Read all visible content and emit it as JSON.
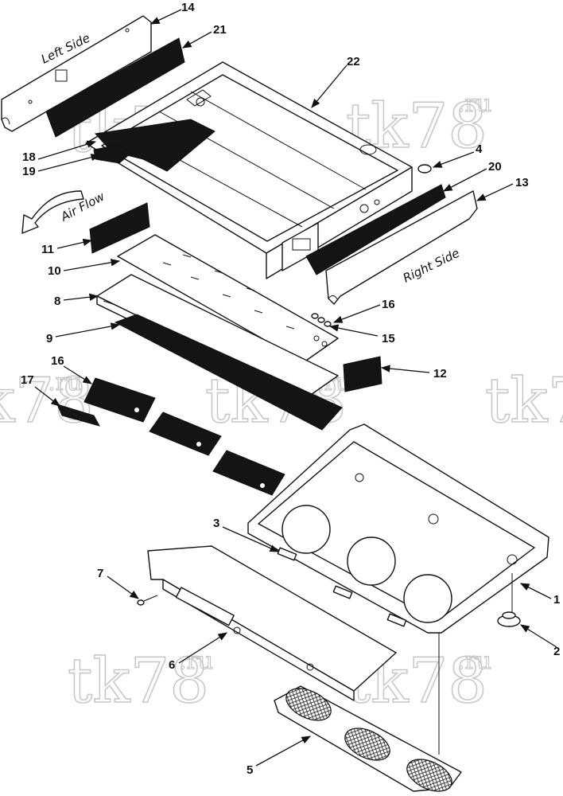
{
  "labels": {
    "left_side": "Left Side",
    "right_side": "Right Side",
    "air_flow": "Air Flow"
  },
  "watermark": {
    "main": "tk78",
    "suffix": ".ru"
  },
  "callouts": [
    {
      "id": "c14",
      "text": "14"
    },
    {
      "id": "c21",
      "text": "21"
    },
    {
      "id": "c22",
      "text": "22"
    },
    {
      "id": "c18",
      "text": "18"
    },
    {
      "id": "c19",
      "text": "19"
    },
    {
      "id": "c4",
      "text": "4"
    },
    {
      "id": "c20",
      "text": "20"
    },
    {
      "id": "c13",
      "text": "13"
    },
    {
      "id": "c11",
      "text": "11"
    },
    {
      "id": "c10",
      "text": "10"
    },
    {
      "id": "c8",
      "text": "8"
    },
    {
      "id": "c16a",
      "text": "16"
    },
    {
      "id": "c15",
      "text": "15"
    },
    {
      "id": "c9",
      "text": "9"
    },
    {
      "id": "c16b",
      "text": "16"
    },
    {
      "id": "c12",
      "text": "12"
    },
    {
      "id": "c17",
      "text": "17"
    },
    {
      "id": "c3",
      "text": "3"
    },
    {
      "id": "c7",
      "text": "7"
    },
    {
      "id": "c1",
      "text": "1"
    },
    {
      "id": "c2",
      "text": "2"
    },
    {
      "id": "c6",
      "text": "6"
    },
    {
      "id": "c5",
      "text": "5"
    }
  ],
  "colors": {
    "ink": "#111111",
    "watermark": "#c8c8c8",
    "background": "#ffffff"
  }
}
